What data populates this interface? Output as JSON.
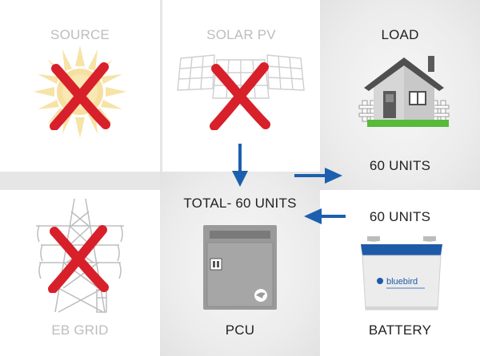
{
  "panels": {
    "source": {
      "label": "SOURCE",
      "disabled": true
    },
    "solar_pv": {
      "label": "SOLAR PV",
      "disabled": true
    },
    "load": {
      "label": "LOAD",
      "units": "60 UNITS"
    },
    "eb_grid": {
      "label": "EB GRID",
      "disabled": true
    },
    "pcu": {
      "label": "PCU",
      "total": "TOTAL- 60 UNITS"
    },
    "battery": {
      "label": "BATTERY",
      "units": "60 UNITS",
      "brand": "bluebird"
    }
  },
  "colors": {
    "cross": "#d8202a",
    "arrow": "#1d5fae",
    "grass": "#58b93a",
    "faded_text": "#bdbdbd"
  },
  "icons": [
    "sun-icon",
    "solar-panel-icon",
    "house-icon",
    "transmission-tower-icon",
    "pcu-cabinet-icon",
    "battery-icon",
    "cross-icon",
    "arrow-icon"
  ]
}
